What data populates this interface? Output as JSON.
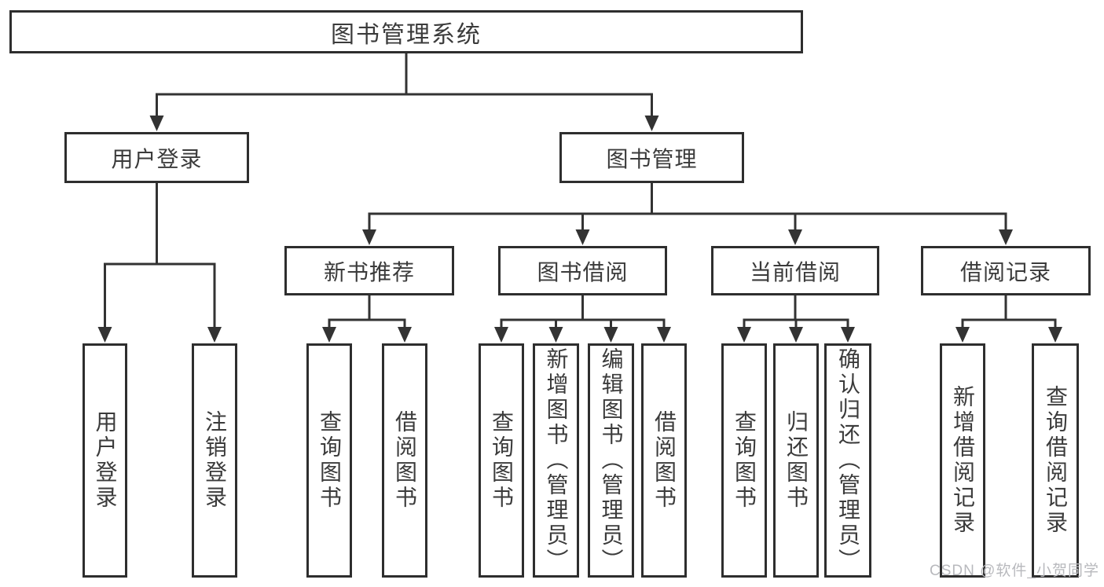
{
  "diagram": {
    "root": "图书管理系统",
    "branches": [
      {
        "label": "用户登录",
        "children": [
          "用户登录",
          "注销登录"
        ]
      },
      {
        "label": "图书管理",
        "groups": [
          {
            "label": "新书推荐",
            "children": [
              "查询图书",
              "借阅图书"
            ]
          },
          {
            "label": "图书借阅",
            "children": [
              "查询图书",
              "新增图书（管理员）",
              "编辑图书（管理员）",
              "借阅图书"
            ]
          },
          {
            "label": "当前借阅",
            "children": [
              "查询图书",
              "归还图书",
              "确认归还（管理员）"
            ]
          },
          {
            "label": "借阅记录",
            "children": [
              "新增借阅记录",
              "查询借阅记录"
            ]
          }
        ]
      }
    ]
  },
  "watermark": "CSDN @软件_小贺同学",
  "colors": {
    "line": "#333333",
    "text": "#3b3b3b",
    "border": "#2e2e2e",
    "background": "#ffffff",
    "watermark": "#b8b9bd"
  }
}
